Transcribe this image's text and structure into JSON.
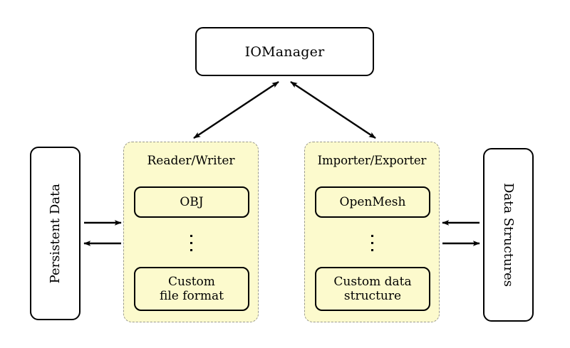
{
  "diagram": {
    "title_node": {
      "label": "IOManager"
    },
    "left_store": {
      "label": "Persistent Data"
    },
    "right_store": {
      "label": "Data Structures"
    },
    "groups": [
      {
        "title": "Reader/Writer",
        "first_item": "OBJ",
        "ellipsis": "⋮",
        "last_item_line1": "Custom",
        "last_item_line2": "file format"
      },
      {
        "title": "Importer/Exporter",
        "first_item": "OpenMesh",
        "ellipsis": "⋮",
        "last_item_line1": "Custom data",
        "last_item_line2": "structure"
      }
    ],
    "connections": [
      {
        "name": "iomanager-to-reader-writer",
        "style": "double-headed"
      },
      {
        "name": "iomanager-to-importer-exporter",
        "style": "double-headed"
      },
      {
        "name": "persistent-data-to-reader-writer",
        "style": "single-headed-right"
      },
      {
        "name": "reader-writer-to-persistent-data",
        "style": "single-headed-left"
      },
      {
        "name": "data-structures-to-importer-exporter",
        "style": "single-headed-left"
      },
      {
        "name": "importer-exporter-to-data-structures",
        "style": "single-headed-right"
      }
    ],
    "colors": {
      "panel_fill": "#fcfacd",
      "panel_border": "#9a9a8e",
      "node_border": "#000000",
      "background": "#ffffff",
      "text": "#000000"
    }
  }
}
